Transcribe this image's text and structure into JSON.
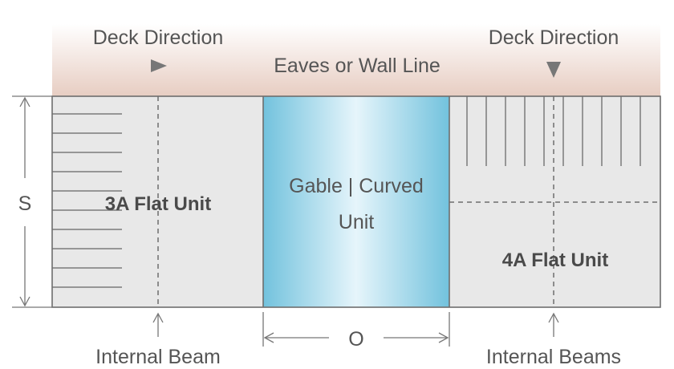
{
  "labels": {
    "deck_direction_left": "Deck Direction",
    "deck_direction_right": "Deck Direction",
    "eaves": "Eaves or Wall Line",
    "unit_3a": "3A Flat Unit",
    "unit_gable_line1": "Gable | Curved",
    "unit_gable_line2": "Unit",
    "unit_4a": "4A Flat Unit",
    "dim_s": "S",
    "dim_o": "O",
    "internal_beam": "Internal Beam",
    "internal_beams": "Internal Beams"
  },
  "icons": {
    "deck_left": "arrow-right-icon",
    "deck_right": "arrow-down-icon"
  },
  "colors": {
    "eaves_top": "#ffffff",
    "eaves_bottom": "#e9d2c8",
    "panel": "#e8e8e8",
    "outline": "#6e6e6e",
    "gable_edge": "#7cc7e0",
    "gable_center": "#e4f4fa",
    "text": "#555555"
  }
}
